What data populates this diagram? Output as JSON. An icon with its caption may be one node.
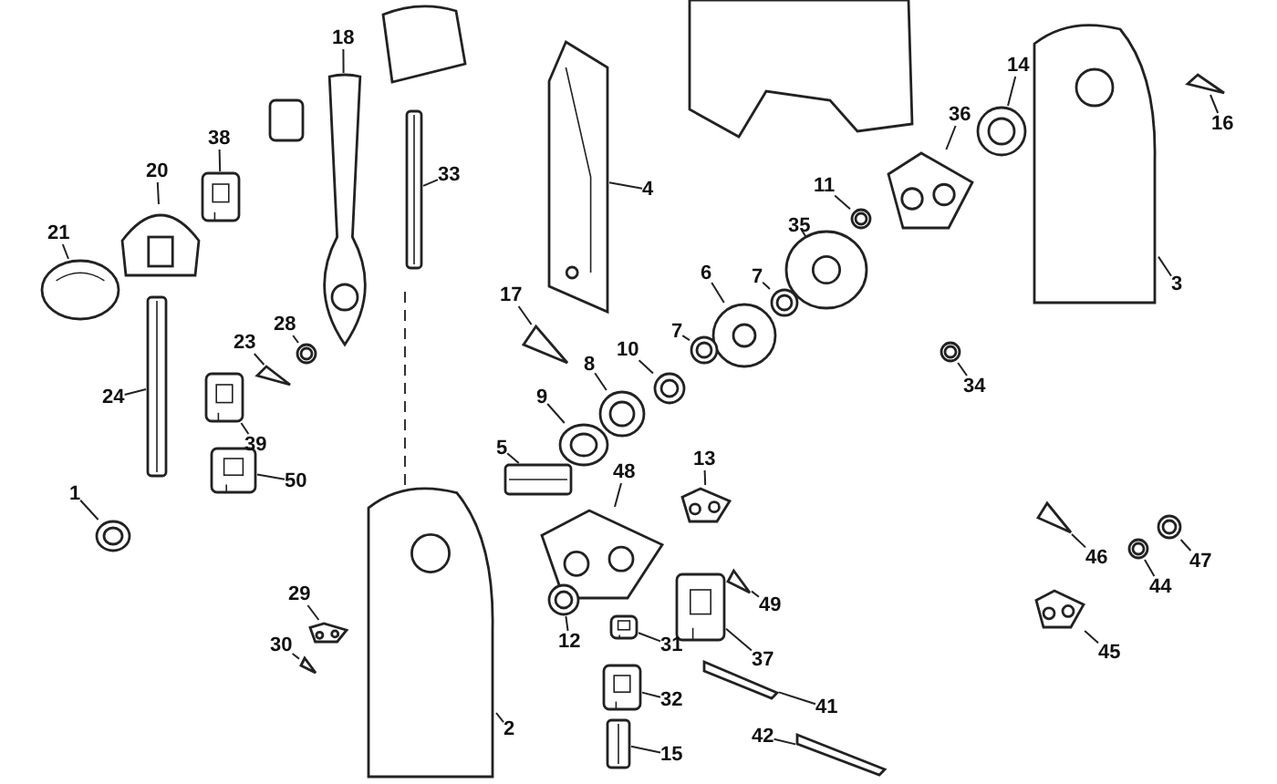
{
  "diagram": {
    "nodes": [
      {
        "text": [
          "18"
        ]
      },
      {
        "text": [],
        "shape": "picture"
      },
      {
        "text": [
          "33"
        ]
      },
      {
        "text": [],
        "shape": "picture"
      },
      {
        "text": [
          "4"
        ]
      },
      {
        "text": [],
        "shape": "picture"
      },
      {
        "text": [
          "14"
        ]
      },
      {
        "text": [],
        "shape": "picture"
      },
      {
        "text": [
          "36"
        ]
      },
      {
        "text": [],
        "shape": "picture"
      },
      {
        "text": [
          "16"
        ]
      },
      {
        "text": [],
        "shape": "picture"
      },
      {
        "text": [
          "38"
        ]
      },
      {
        "text": [],
        "shape": "picture"
      },
      {
        "text": [
          "20"
        ]
      },
      {
        "text": [],
        "shape": "picture"
      },
      {
        "text": [
          "21"
        ]
      },
      {
        "text": [],
        "shape": "picture"
      },
      {
        "text": [
          "11"
        ]
      },
      {
        "text": [],
        "shape": "picture"
      },
      {
        "text": [
          "35"
        ]
      },
      {
        "text": [],
        "shape": "picture"
      },
      {
        "text": [
          "3"
        ]
      },
      {
        "text": [],
        "shape": "picture"
      },
      {
        "text": [
          "17"
        ]
      },
      {
        "text": [],
        "shape": "picture"
      },
      {
        "text": [
          "7"
        ]
      },
      {
        "text": [],
        "shape": "picture"
      },
      {
        "text": [
          "6"
        ]
      },
      {
        "text": [],
        "shape": "picture"
      },
      {
        "text": [
          "7"
        ]
      },
      {
        "text": [],
        "shape": "picture"
      },
      {
        "text": [
          "28"
        ]
      },
      {
        "text": [],
        "shape": "picture"
      },
      {
        "text": [
          "23"
        ]
      },
      {
        "text": [],
        "shape": "picture"
      },
      {
        "text": [
          "10"
        ]
      },
      {
        "text": [],
        "shape": "picture"
      },
      {
        "text": [
          "8"
        ]
      },
      {
        "text": [],
        "shape": "picture"
      },
      {
        "text": [
          "34"
        ]
      },
      {
        "text": [],
        "shape": "picture"
      },
      {
        "text": [
          "24"
        ]
      },
      {
        "text": [],
        "shape": "picture"
      },
      {
        "text": [
          "9"
        ]
      },
      {
        "text": [],
        "shape": "picture"
      },
      {
        "text": [
          "39"
        ]
      },
      {
        "text": [],
        "shape": "picture"
      },
      {
        "text": [
          "5"
        ]
      },
      {
        "text": [],
        "shape": "picture"
      },
      {
        "text": [
          "13"
        ]
      },
      {
        "text": [],
        "shape": "picture"
      },
      {
        "text": [
          "50"
        ]
      },
      {
        "text": [],
        "shape": "picture"
      },
      {
        "text": [
          "48"
        ]
      },
      {
        "text": [],
        "shape": "picture"
      },
      {
        "text": [
          "1"
        ]
      },
      {
        "text": [],
        "shape": "picture"
      },
      {
        "text": [
          "46"
        ]
      },
      {
        "text": [],
        "shape": "picture"
      },
      {
        "text": [
          "47"
        ]
      },
      {
        "text": [],
        "shape": "picture"
      },
      {
        "text": [
          "44"
        ]
      },
      {
        "text": [],
        "shape": "picture"
      },
      {
        "text": [
          "29"
        ]
      },
      {
        "text": [],
        "shape": "picture"
      },
      {
        "text": [
          "49"
        ]
      },
      {
        "text": [],
        "shape": "picture"
      },
      {
        "text": [
          "12"
        ]
      },
      {
        "text": [],
        "shape": "picture"
      },
      {
        "text": [
          "30"
        ]
      },
      {
        "text": [],
        "shape": "picture"
      },
      {
        "text": [
          "31"
        ]
      },
      {
        "text": [],
        "shape": "picture"
      },
      {
        "text": [
          "37"
        ]
      },
      {
        "text": [],
        "shape": "picture"
      },
      {
        "text": [
          "45"
        ]
      },
      {
        "text": [],
        "shape": "picture"
      },
      {
        "text": [
          "2"
        ]
      },
      {
        "text": [],
        "shape": "picture"
      },
      {
        "text": [
          "32"
        ]
      },
      {
        "text": [],
        "shape": "picture"
      },
      {
        "text": [
          "41"
        ]
      },
      {
        "text": [],
        "shape": "picture"
      },
      {
        "text": [
          "15"
        ]
      },
      {
        "text": [],
        "shape": "picture"
      },
      {
        "text": [
          "42"
        ]
      },
      {
        "text": [],
        "shape": "picture"
      }
    ],
    "edges": [
      {
        "from": 0,
        "to": 1,
        "arrow": "none"
      },
      {
        "from": 2,
        "to": 3,
        "arrow": "none"
      },
      {
        "from": 4,
        "to": 5,
        "arrow": "none"
      },
      {
        "from": 6,
        "to": 7,
        "arrow": "none"
      },
      {
        "from": 8,
        "to": 9,
        "arrow": "none"
      },
      {
        "from": 10,
        "to": 11,
        "arrow": "none"
      },
      {
        "from": 12,
        "to": 13,
        "arrow": "none"
      },
      {
        "from": 14,
        "to": 15,
        "arrow": "none"
      },
      {
        "from": 16,
        "to": 17,
        "arrow": "none"
      },
      {
        "from": 18,
        "to": 19,
        "arrow": "none"
      },
      {
        "from": 20,
        "to": 21,
        "arrow": "none"
      },
      {
        "from": 22,
        "to": 23,
        "arrow": "none"
      },
      {
        "from": 24,
        "to": 25,
        "arrow": "none"
      },
      {
        "from": 26,
        "to": 27,
        "arrow": "none"
      },
      {
        "from": 28,
        "to": 29,
        "arrow": "none"
      },
      {
        "from": 30,
        "to": 31,
        "arrow": "none"
      },
      {
        "from": 32,
        "to": 33,
        "arrow": "none"
      },
      {
        "from": 34,
        "to": 35,
        "arrow": "none"
      },
      {
        "from": 36,
        "to": 37,
        "arrow": "none"
      },
      {
        "from": 38,
        "to": 39,
        "arrow": "none"
      },
      {
        "from": 40,
        "to": 41,
        "arrow": "none"
      },
      {
        "from": 42,
        "to": 43,
        "arrow": "none"
      },
      {
        "from": 44,
        "to": 45,
        "arrow": "none"
      },
      {
        "from": 46,
        "to": 47,
        "arrow": "none"
      },
      {
        "from": 48,
        "to": 49,
        "arrow": "none"
      },
      {
        "from": 50,
        "to": 51,
        "arrow": "none"
      },
      {
        "from": 52,
        "to": 53,
        "arrow": "none"
      },
      {
        "from": 54,
        "to": 55,
        "arrow": "none"
      },
      {
        "from": 56,
        "to": 57,
        "arrow": "none"
      },
      {
        "from": 58,
        "to": 59,
        "arrow": "none"
      },
      {
        "from": 60,
        "to": 61,
        "arrow": "none"
      },
      {
        "from": 62,
        "to": 63,
        "arrow": "none"
      },
      {
        "from": 64,
        "to": 65,
        "arrow": "none"
      },
      {
        "from": 66,
        "to": 67,
        "arrow": "none"
      },
      {
        "from": 68,
        "to": 69,
        "arrow": "none"
      },
      {
        "from": 70,
        "to": 71,
        "arrow": "none"
      },
      {
        "from": 72,
        "to": 73,
        "arrow": "none"
      },
      {
        "from": 74,
        "to": 75,
        "arrow": "none"
      },
      {
        "from": 76,
        "to": 77,
        "arrow": "none"
      },
      {
        "from": 78,
        "to": 79,
        "arrow": "none"
      },
      {
        "from": 80,
        "to": 81,
        "arrow": "none"
      },
      {
        "from": 82,
        "to": 83,
        "arrow": "none"
      },
      {
        "from": 84,
        "to": 85,
        "arrow": "none"
      },
      {
        "from": 86,
        "to": 87,
        "arrow": "none"
      }
    ]
  }
}
